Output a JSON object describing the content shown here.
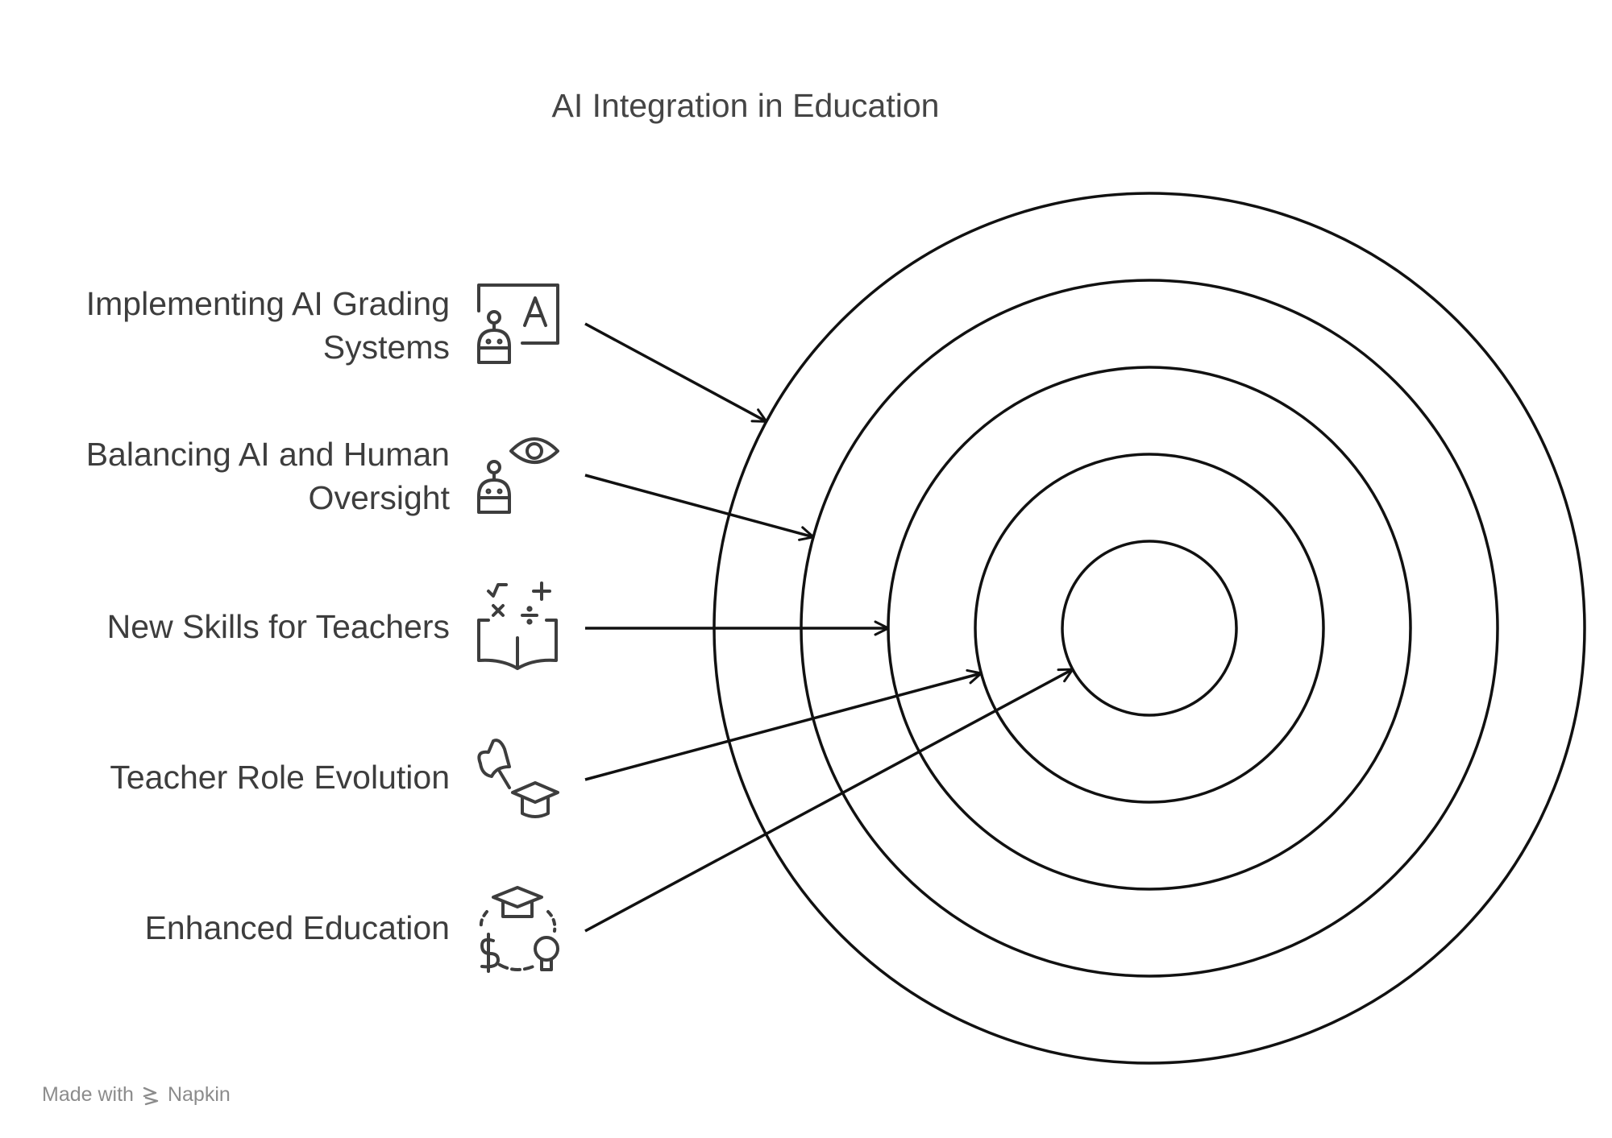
{
  "title": "AI Integration in Education",
  "rings": 5,
  "items": [
    {
      "lines": [
        "Implementing AI Grading",
        "Systems"
      ],
      "icon": "robot-grade-a-icon",
      "target_ring": 1
    },
    {
      "lines": [
        "Balancing AI and Human",
        "Oversight"
      ],
      "icon": "robot-eye-icon",
      "target_ring": 2
    },
    {
      "lines": [
        "New Skills for Teachers"
      ],
      "icon": "math-book-icon",
      "target_ring": 3
    },
    {
      "lines": [
        "Teacher Role Evolution"
      ],
      "icon": "pointer-graduation-cap-icon",
      "target_ring": 4
    },
    {
      "lines": [
        "Enhanced Education"
      ],
      "icon": "education-cycle-icon",
      "target_ring": 5
    }
  ],
  "footer": {
    "prefix": "Made with",
    "brand": "Napkin"
  },
  "colors": {
    "stroke": "#111111",
    "text": "#3d3d3d",
    "footer": "#8c8c8c"
  }
}
